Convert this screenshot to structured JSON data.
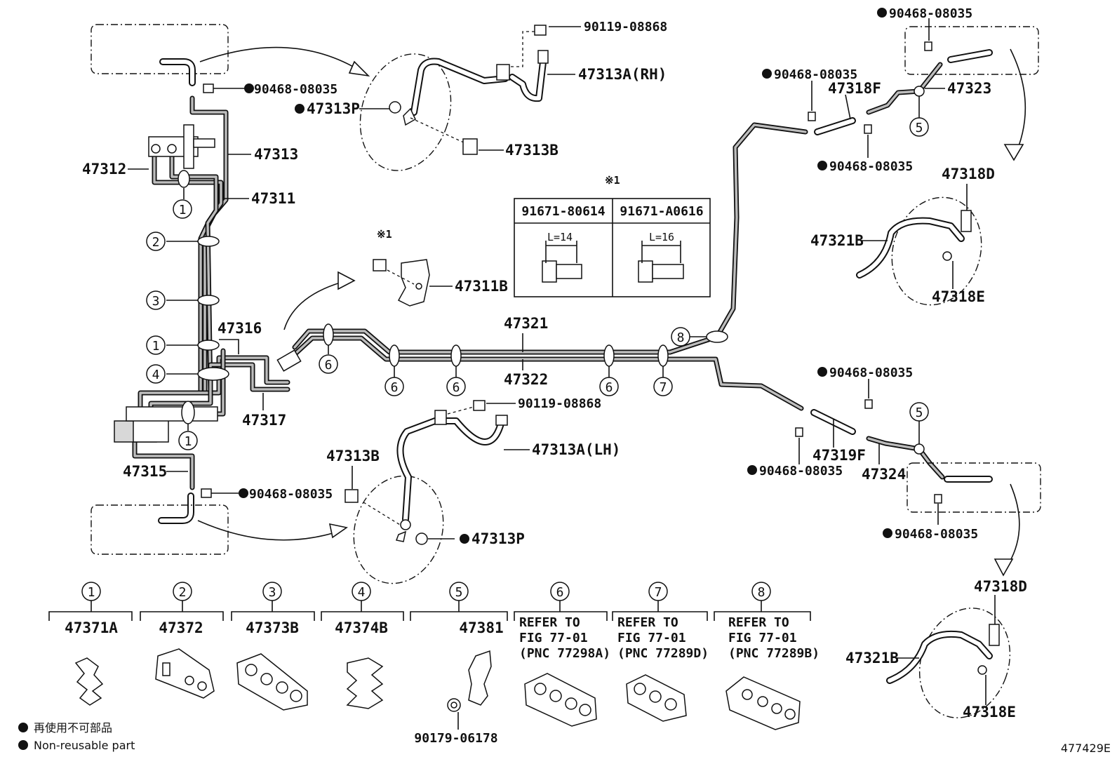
{
  "diagram": {
    "id_code": "477429E",
    "part_labels": {
      "p90119_08868_top": "90119-08868",
      "p47313A_RH": "47313A(RH)",
      "p47313P_top": "47313P",
      "p47313B_top": "47313B",
      "p90468_08035_a": "90468-08035",
      "p47313": "47313",
      "p47312": "47312",
      "p47311": "47311",
      "p47316": "47316",
      "p47317": "47317",
      "p47315": "47315",
      "p90468_08035_b": "90468-08035",
      "p47311B": "47311B",
      "note1_small": "※1",
      "note1_table": "※1",
      "p47321": "47321",
      "p47322": "47322",
      "p90119_08868_bot": "90119-08868",
      "p47313A_LH": "47313A(LH)",
      "p47313B_bot": "47313B",
      "p47313P_bot": "47313P",
      "p90468_08035_c": "90468-08035",
      "p90468_08035_d": "90468-08035",
      "p47318F": "47318F",
      "p47323": "47323",
      "p90468_08035_e": "90468-08035",
      "p47318D_top": "47318D",
      "p47321B_top": "47321B",
      "p47318E_top": "47318E",
      "p90468_08035_f": "90468-08035",
      "p90468_08035_g": "90468-08035",
      "p47319F": "47319F",
      "p47324": "47324",
      "p90468_08035_h": "90468-08035",
      "p47318D_bot": "47318D",
      "p47321B_bot": "47321B",
      "p47318E_bot": "47318E"
    },
    "bolt_table": {
      "headers": [
        "91671-80614",
        "91671-A0616"
      ],
      "lengths": [
        "L=14",
        "L=16"
      ]
    },
    "callouts_on_diagram": [
      "1",
      "2",
      "3",
      "1",
      "4",
      "1",
      "6",
      "6",
      "6",
      "6",
      "7",
      "8",
      "5",
      "5"
    ],
    "clamp_legend": [
      {
        "num": "1",
        "text": [
          "47371A"
        ]
      },
      {
        "num": "2",
        "text": [
          "47372"
        ]
      },
      {
        "num": "3",
        "text": [
          "47373B"
        ]
      },
      {
        "num": "4",
        "text": [
          "47374B"
        ]
      },
      {
        "num": "5",
        "text": [
          "47381"
        ],
        "sub": "90179-06178"
      },
      {
        "num": "6",
        "text": [
          "REFER TO",
          "FIG 77-01",
          "(PNC 77298A)"
        ]
      },
      {
        "num": "7",
        "text": [
          "REFER TO",
          "FIG 77-01",
          "(PNC 77289D)"
        ]
      },
      {
        "num": "8",
        "text": [
          "REFER TO",
          "FIG 77-01",
          "(PNC 77289B)"
        ]
      }
    ],
    "legend": {
      "japanese": "再使用不可部品",
      "english": "Non-reusable part"
    }
  }
}
